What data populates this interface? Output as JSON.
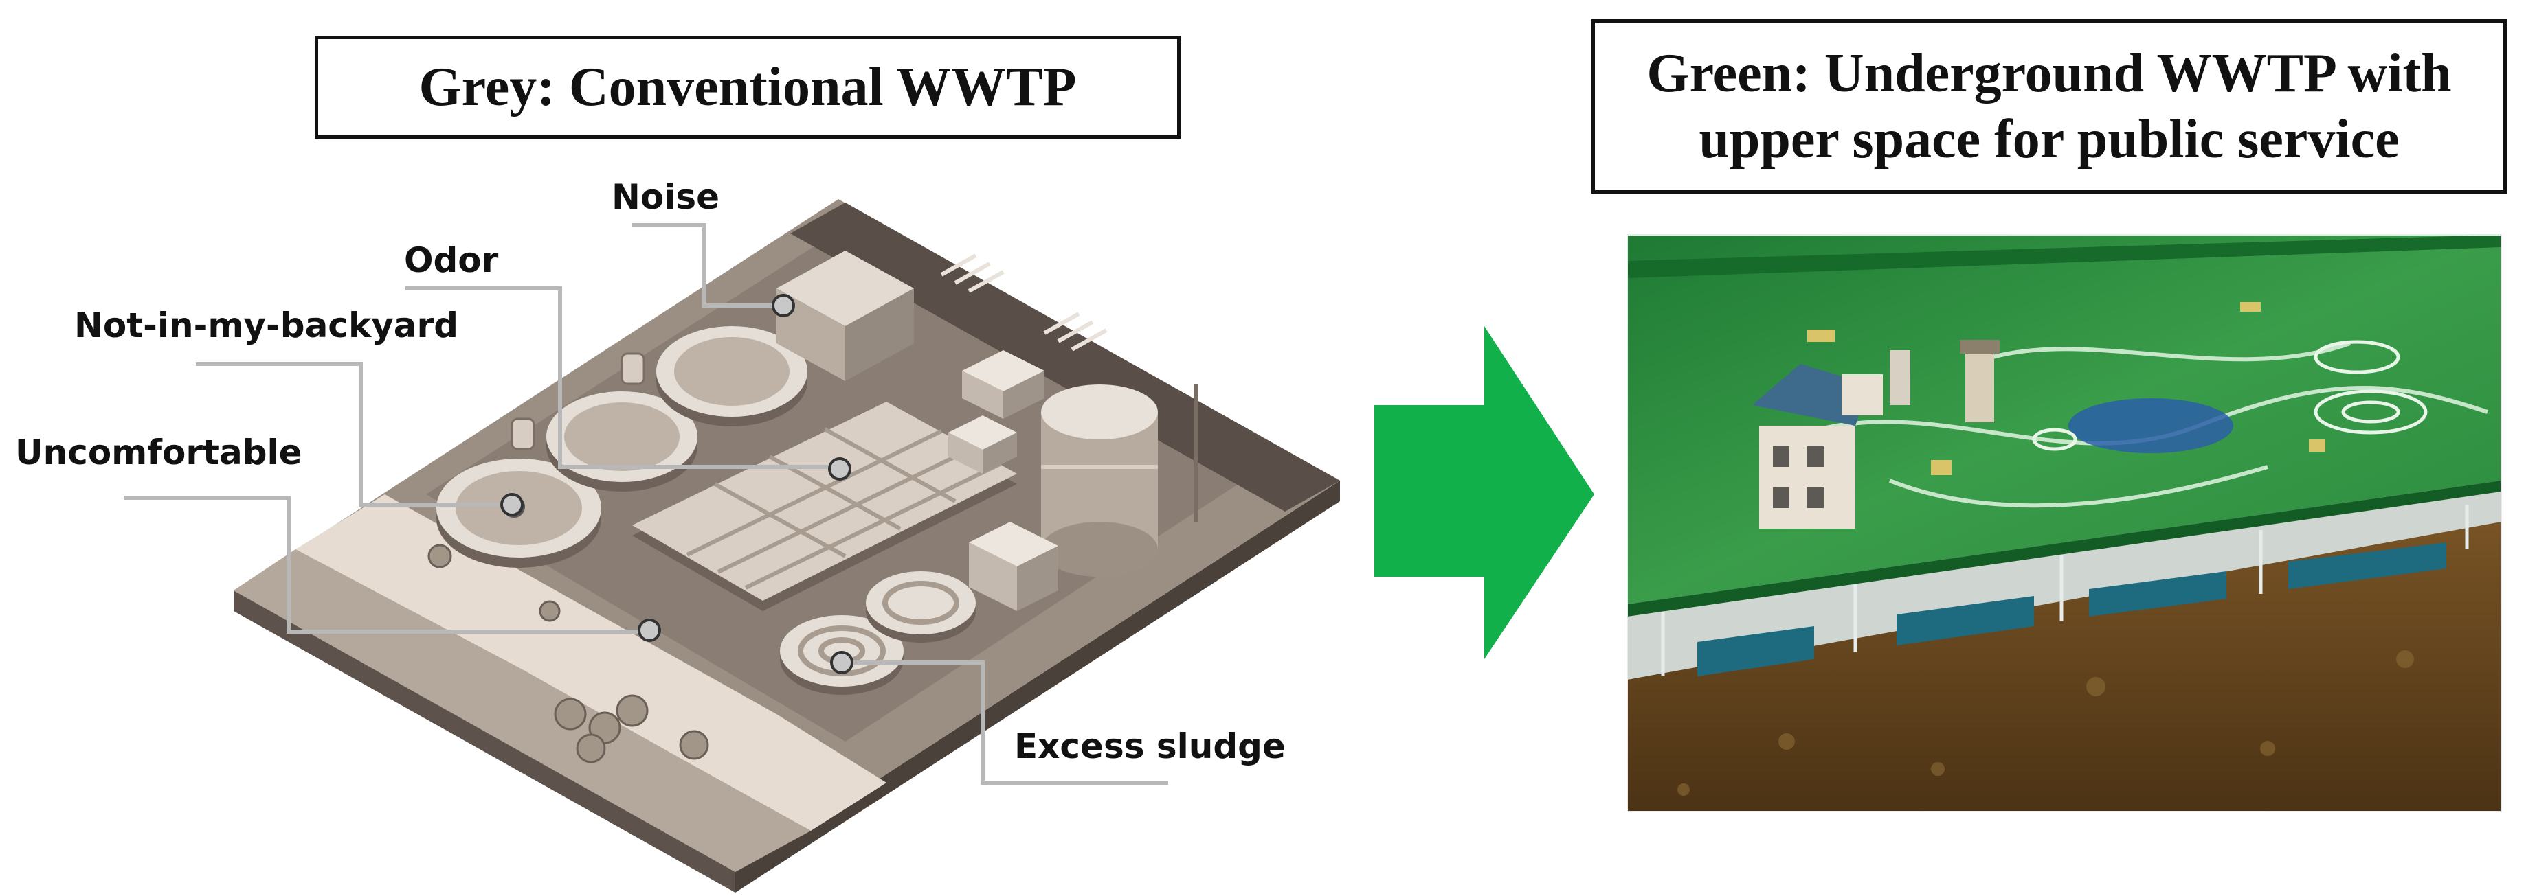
{
  "left_panel": {
    "title": "Grey: Conventional WWTP",
    "callouts": {
      "noise": "Noise",
      "odor": "Odor",
      "nimby": "Not-in-my-backyard",
      "uncomfortable": "Uncomfortable",
      "excess_sludge": "Excess sludge"
    }
  },
  "right_panel": {
    "title_line1": "Green: Underground WWTP with",
    "title_line2": "upper space for public service"
  },
  "colors": {
    "arrow": "#12b04a",
    "plant_light": "#d6cbbf",
    "plant_mid": "#a79b8f",
    "plant_dark": "#6e625a",
    "grass": "#2f8f3f",
    "soil": "#6b4a22"
  }
}
